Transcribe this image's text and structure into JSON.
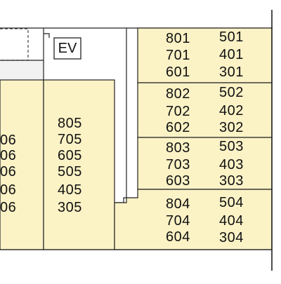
{
  "colors": {
    "unit_fill": "#fbf2c6",
    "hall_fill": "#f2f2f2",
    "line": "#222222"
  },
  "elevator": {
    "label": "EV"
  },
  "left_column": {
    "rooms": [
      "06",
      "06",
      "06",
      "06",
      "06"
    ]
  },
  "middle_column": {
    "rooms": [
      "805",
      "705",
      "605",
      "505",
      "405",
      "305"
    ]
  },
  "right_blocks": [
    {
      "left": [
        "801",
        "701",
        "601"
      ],
      "right": [
        "501",
        "401",
        "301"
      ]
    },
    {
      "left": [
        "802",
        "702",
        "602"
      ],
      "right": [
        "502",
        "402",
        "302"
      ]
    },
    {
      "left": [
        "803",
        "703",
        "603"
      ],
      "right": [
        "503",
        "403",
        "303"
      ]
    },
    {
      "left": [
        "804",
        "704",
        "604"
      ],
      "right": [
        "504",
        "404",
        "304"
      ]
    }
  ]
}
